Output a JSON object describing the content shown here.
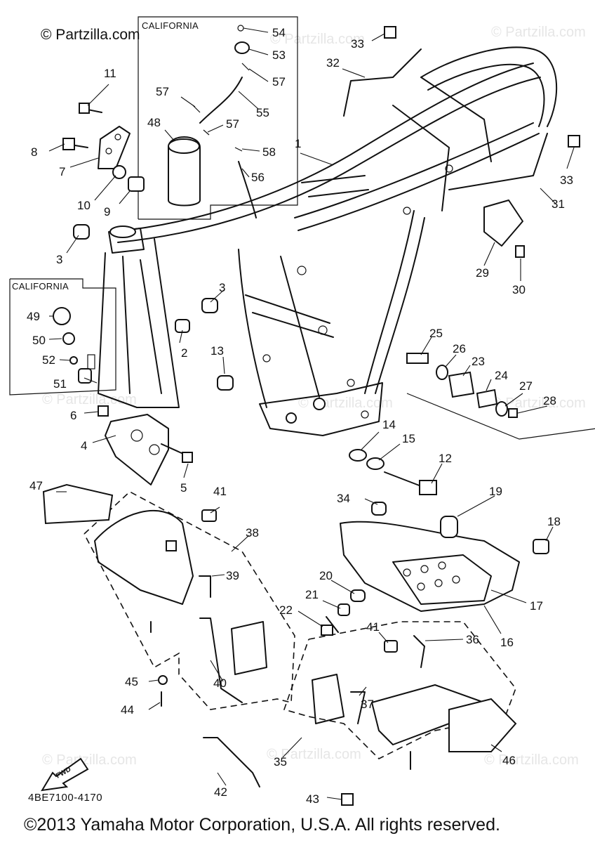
{
  "brand_watermark": "© Partzilla.com",
  "watermark_repeat": "© Partzilla.com",
  "box_labels": {
    "top": "CALIFORNIA",
    "left": "CALIFORNIA"
  },
  "fwd_label": "FWD",
  "drawing_code": "4BE7100-4170",
  "copyright": "©2013 Yamaha Motor Corporation, U.S.A. All rights reserved.",
  "callouts": [
    "1",
    "2",
    "3",
    "3",
    "4",
    "5",
    "6",
    "7",
    "8",
    "9",
    "10",
    "11",
    "12",
    "13",
    "14",
    "15",
    "16",
    "17",
    "18",
    "19",
    "20",
    "21",
    "22",
    "23",
    "24",
    "25",
    "26",
    "27",
    "28",
    "29",
    "30",
    "31",
    "32",
    "33",
    "33",
    "34",
    "35",
    "36",
    "37",
    "38",
    "39",
    "40",
    "41",
    "41",
    "42",
    "43",
    "44",
    "45",
    "46",
    "47",
    "48",
    "49",
    "50",
    "51",
    "52",
    "53",
    "54",
    "55",
    "56",
    "57",
    "57",
    "57",
    "58"
  ]
}
